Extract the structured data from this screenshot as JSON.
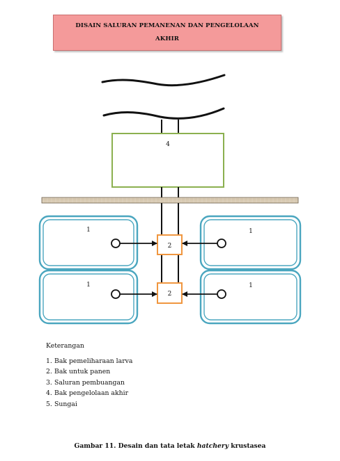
{
  "title": "DISAIN SALURAN PEMANENAN DAN PENGELOLAAN AKHIR",
  "diagram": {
    "pond_label_4": "4",
    "larva_tanks": [
      {
        "label": "1",
        "side": "left",
        "row": "top"
      },
      {
        "label": "1",
        "side": "right",
        "row": "top"
      },
      {
        "label": "1",
        "side": "left",
        "row": "bottom"
      },
      {
        "label": "1",
        "side": "right",
        "row": "bottom"
      }
    ],
    "harvest_tanks": [
      {
        "label": "2",
        "row": "top"
      },
      {
        "label": "2",
        "row": "bottom"
      }
    ],
    "colors": {
      "title_fill": "#f49a9a",
      "pond_stroke": "#8bb04f",
      "tank_stroke": "#4aa6bf",
      "harvest_stroke": "#f0963f",
      "road_fill": "#d9cbb4"
    }
  },
  "legend": {
    "heading": "Keterangan",
    "items": [
      {
        "num": "1.",
        "text": "Bak pemeliharaan larva"
      },
      {
        "num": "2.",
        "text": "Bak untuk panen"
      },
      {
        "num": "3.",
        "text": "Saluran pembuangan"
      },
      {
        "num": "4.",
        "text": "Bak pengelolaan akhir"
      },
      {
        "num": "5.",
        "text": "Sungai"
      }
    ]
  },
  "caption": {
    "prefix": "Gambar 11. Desain dan tata letak ",
    "italic": "hatchery",
    "suffix": " krustasea"
  }
}
